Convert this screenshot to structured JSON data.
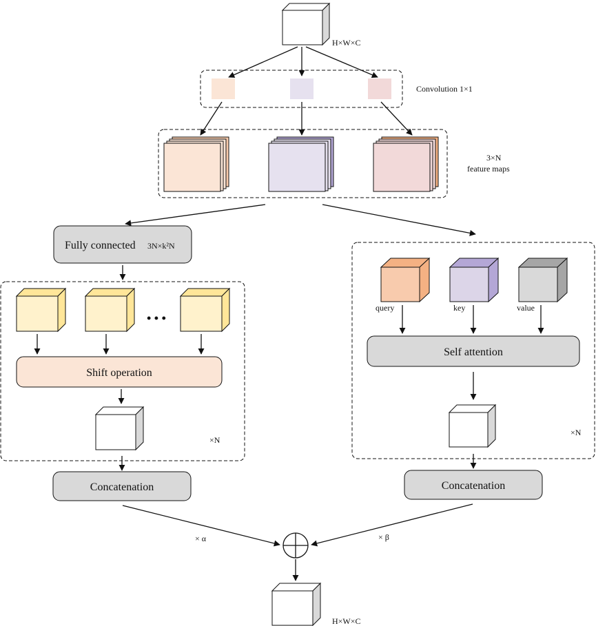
{
  "labels": {
    "input_dims": "H×W×C",
    "conv": "Convolution 1×1",
    "feature_maps_count": "3×N",
    "feature_maps_text": "feature maps",
    "fully_connected": "Fully connected",
    "fc_dims": "3N×k²N",
    "ellipsis": "• • •",
    "shift_operation": "Shift operation",
    "times_n_left": "×N",
    "times_n_right": "×N",
    "concat_left": "Concatenation",
    "concat_right": "Concatenation",
    "query": "query",
    "key": "key",
    "value": "value",
    "self_attention": "Self attention",
    "alpha": "× α",
    "beta": "× β",
    "output_dims": "H×W×C"
  },
  "colors": {
    "peach": "#fbe5d6",
    "lavender": "#e6e1ef",
    "pink": "#f2d9d9",
    "yellow": "#fff2cc",
    "yellow_side": "#ffe699",
    "query_front": "#f8cbad",
    "query_side": "#f4b183",
    "key_front": "#dcd5e8",
    "key_side": "#b4a7d6",
    "value_front": "#d9d9d9",
    "value_side": "#a6a6a6",
    "grey_box": "#d9d9d9",
    "shift_box": "#fbe5d6",
    "white": "#ffffff",
    "cube_side": "#d9d9d9"
  }
}
